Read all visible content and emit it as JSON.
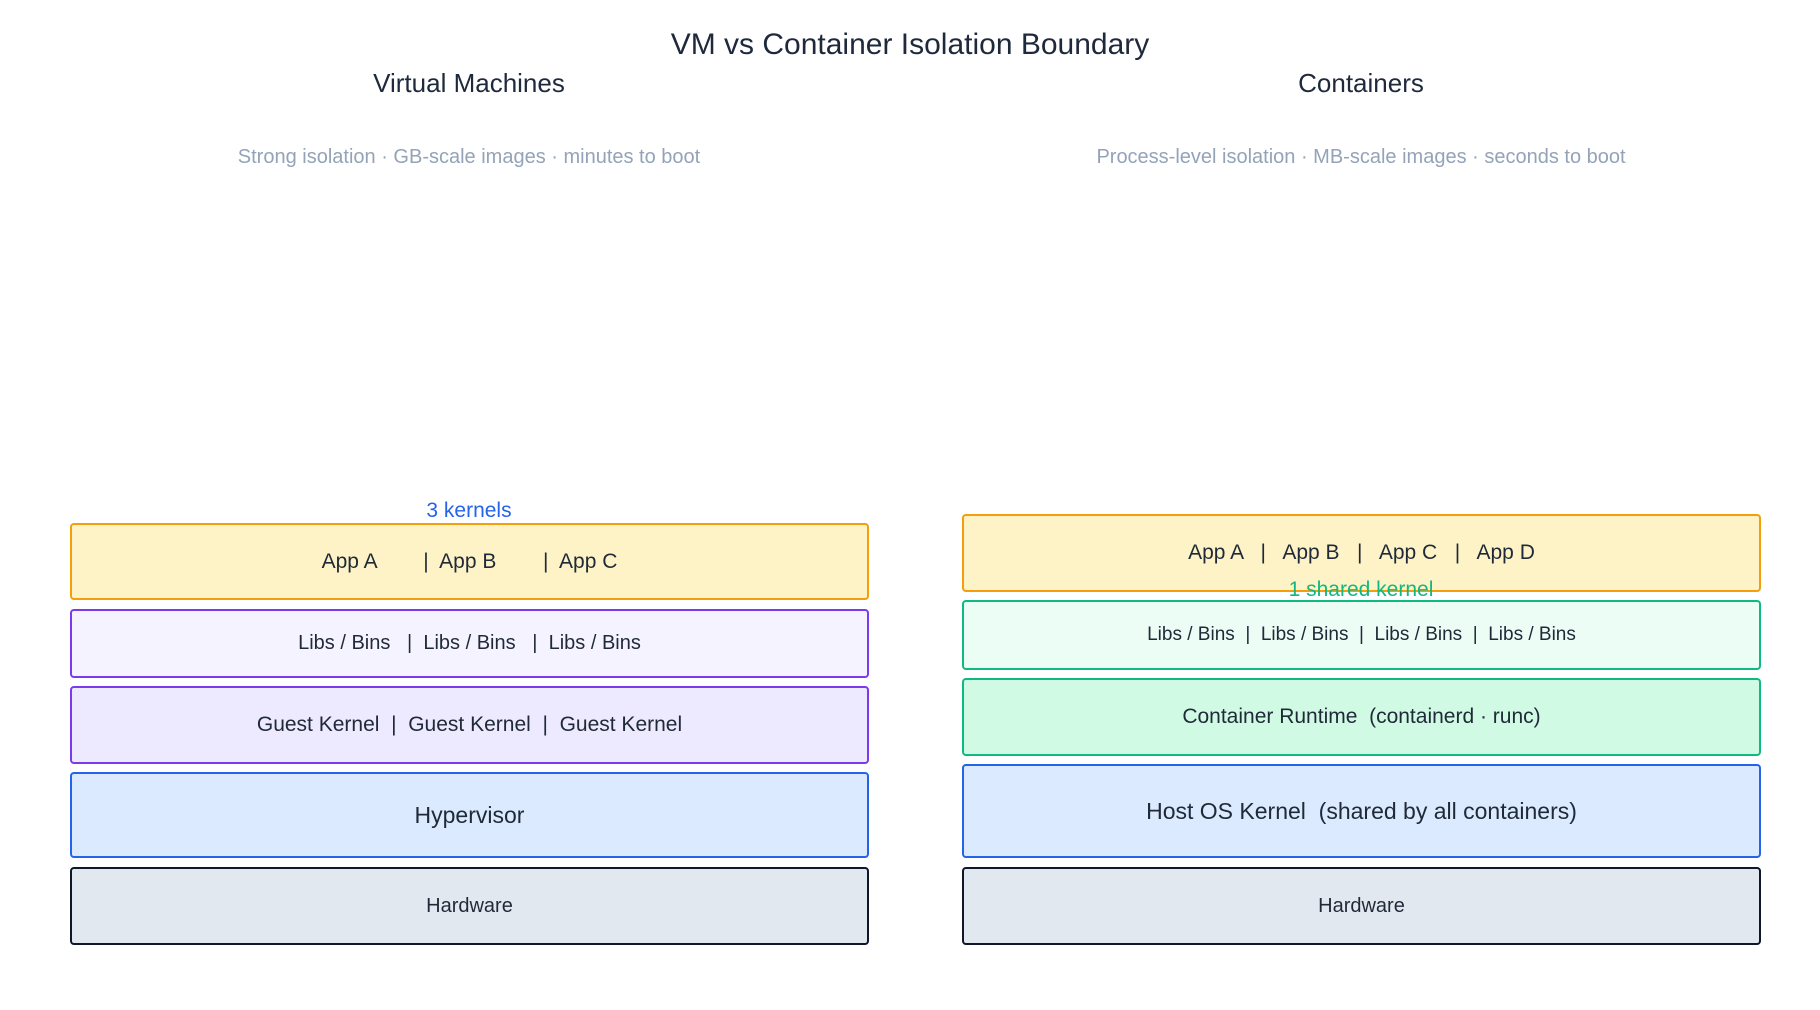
{
  "title": "VM vs Container Isolation Boundary",
  "colors": {
    "title_text": "#1e293b",
    "subtitle_text": "#94a3b8",
    "app_fill": "#fef3c7",
    "app_border": "#f59e0b",
    "libs_vm_fill": "#f5f3ff",
    "libs_vm_border": "#7c3aed",
    "guest_kernel_fill": "#ede9fe",
    "guest_kernel_border": "#7c3aed",
    "hypervisor_fill": "#dbeafe",
    "hypervisor_border": "#2563eb",
    "hardware_fill": "#e2e8f0",
    "hardware_border": "#0f172a",
    "libs_ct_fill": "#ecfdf5",
    "libs_ct_border": "#10b981",
    "runtime_fill": "#d1fae5",
    "runtime_border": "#10b981",
    "annot_vm": "#2563eb",
    "annot_ct": "#10b981"
  },
  "vm": {
    "heading": "Virtual Machines",
    "subtitle": "Strong isolation · GB-scale images · minutes to boot",
    "annotation": "3 kernels",
    "layers": {
      "apps": "App A        |  App B        |  App C",
      "libs": "Libs / Bins   |  Libs / Bins   |  Libs / Bins",
      "guest_kernel": "Guest Kernel  |  Guest Kernel  |  Guest Kernel",
      "hypervisor": "Hypervisor",
      "hardware": "Hardware"
    }
  },
  "containers": {
    "heading": "Containers",
    "subtitle": "Process-level isolation · MB-scale images · seconds to boot",
    "annotation": "1 shared kernel",
    "layers": {
      "apps": "App A   |   App B   |   App C   |   App D",
      "libs": "Libs / Bins  |  Libs / Bins  |  Libs / Bins  |  Libs / Bins",
      "runtime": "Container Runtime  (containerd · runc)",
      "host_kernel": "Host OS Kernel  (shared by all containers)",
      "hardware": "Hardware"
    }
  }
}
